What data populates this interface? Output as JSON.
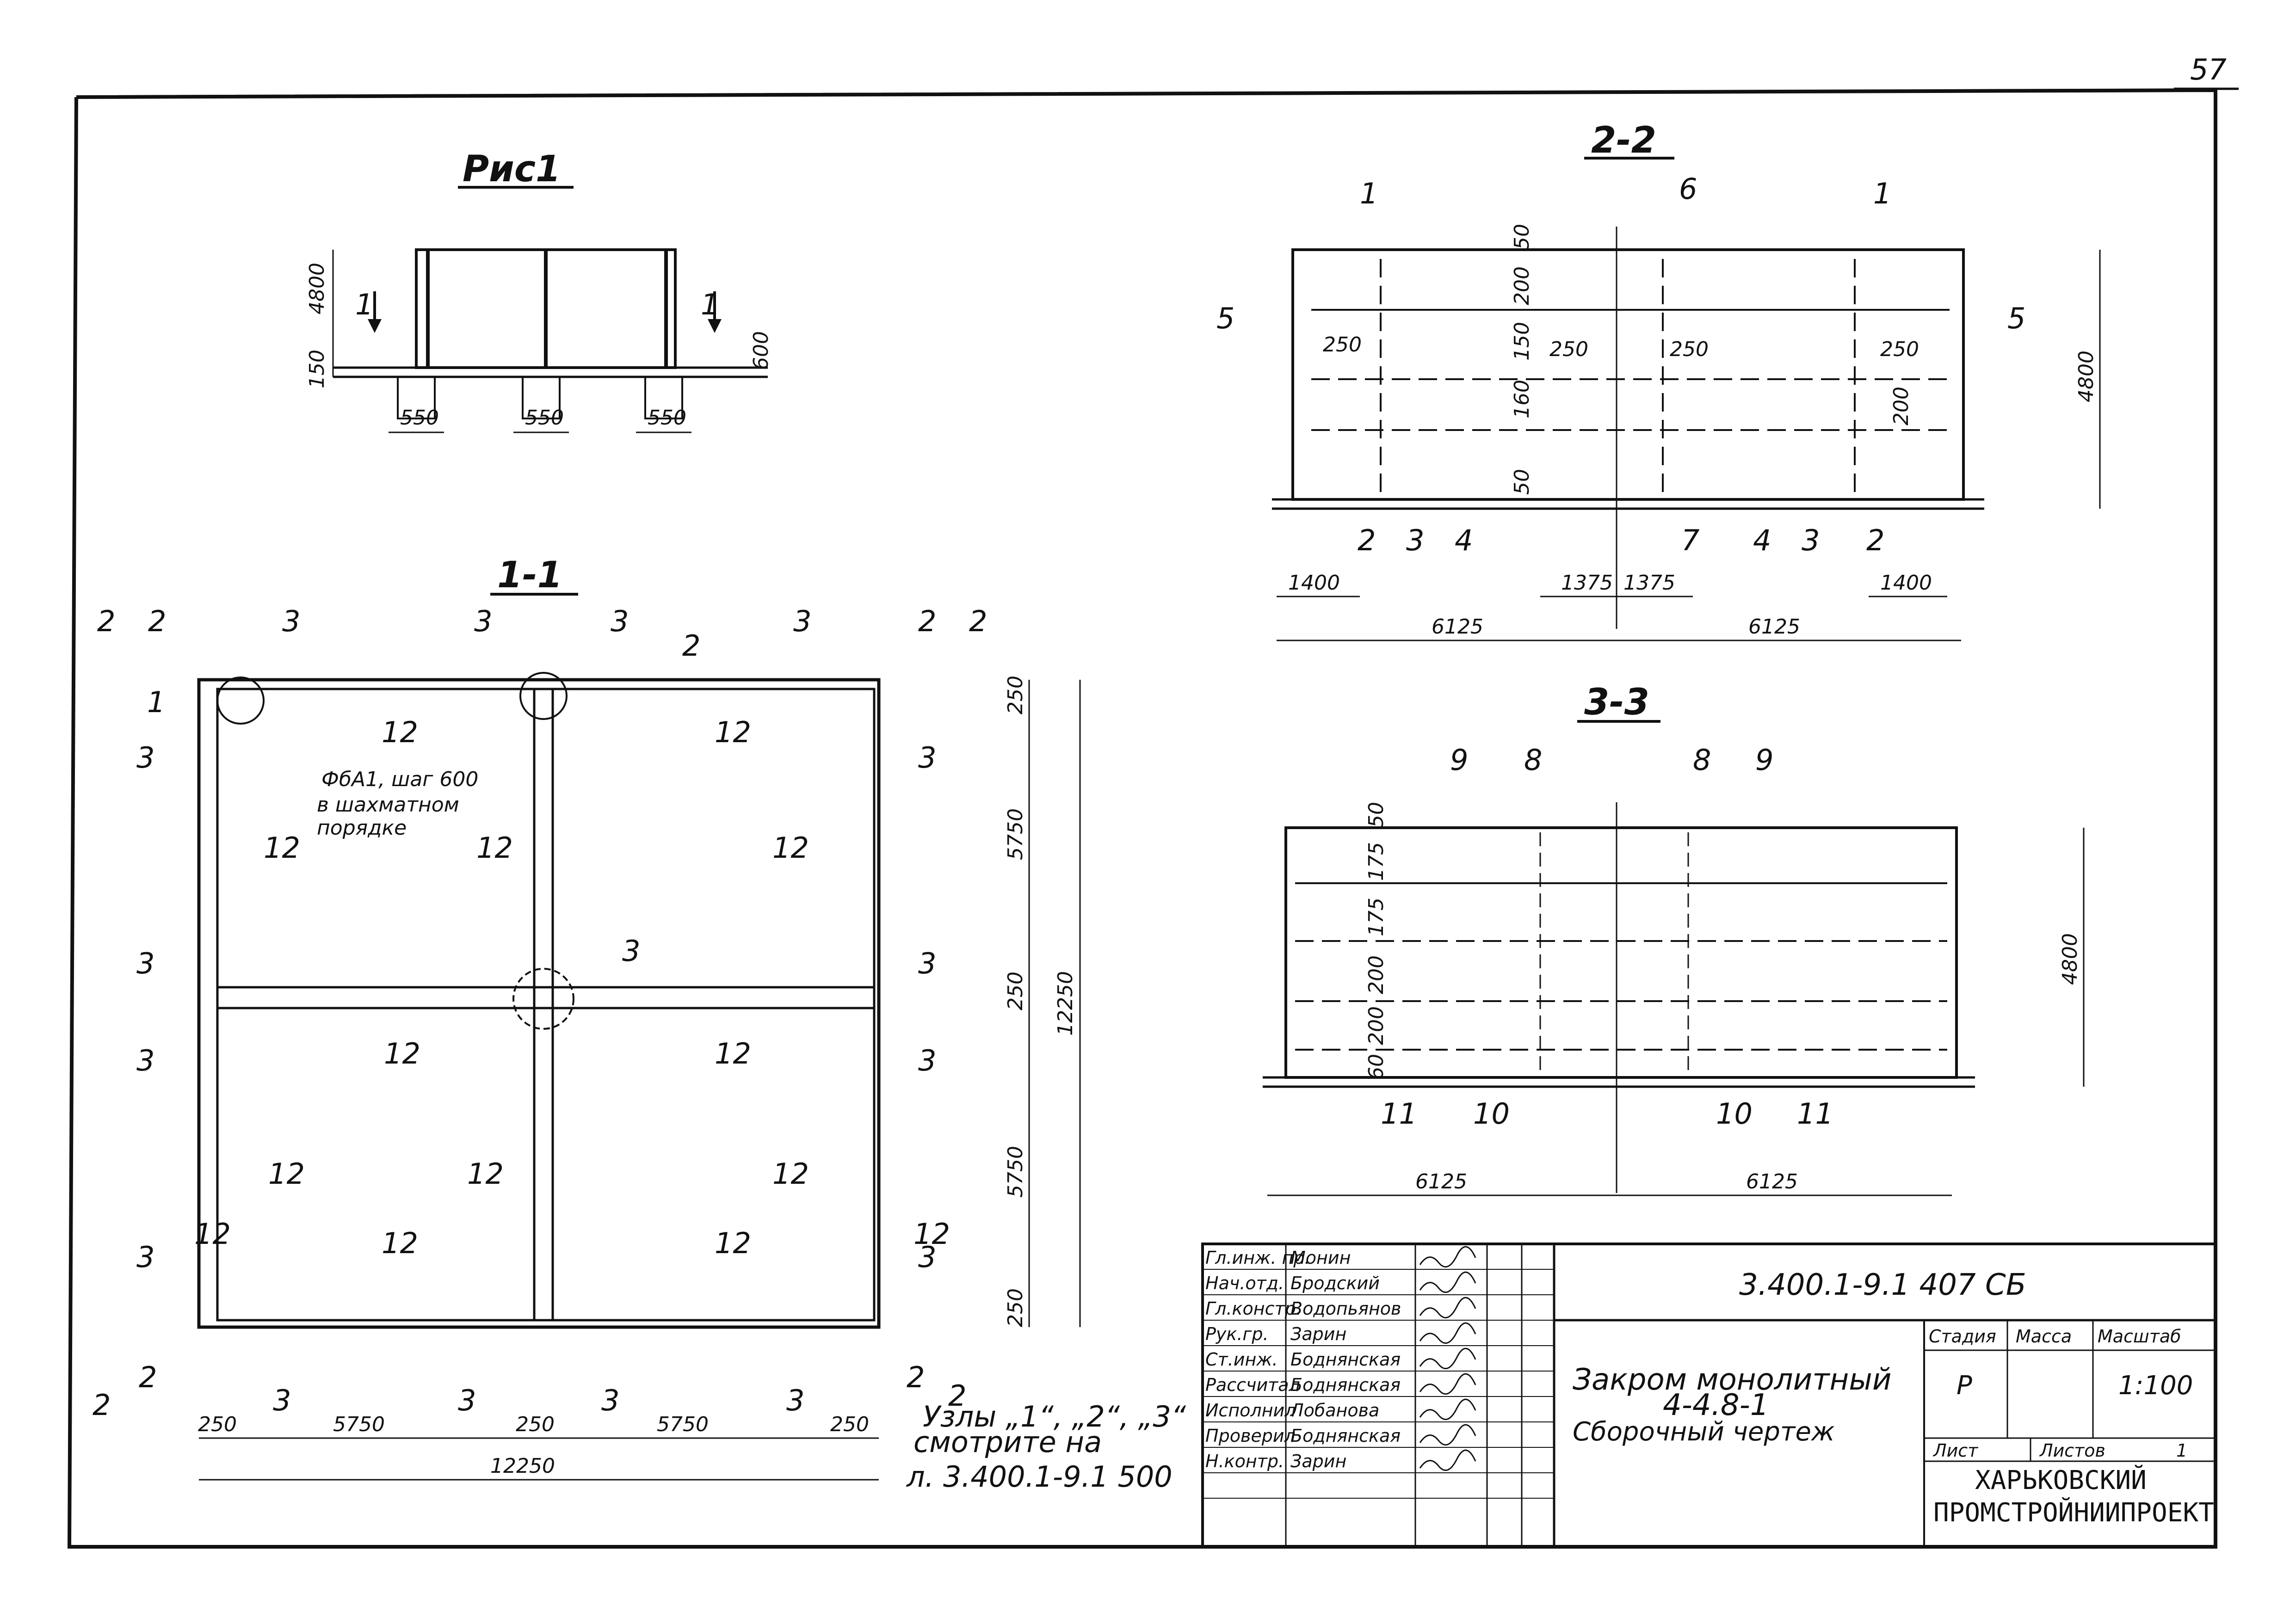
{
  "page_number": "57",
  "fig1": {
    "title": "Рис1",
    "dims": [
      "4800",
      "150",
      "600",
      "550",
      "550",
      "550"
    ],
    "marks": [
      "1",
      "1"
    ]
  },
  "sec11": {
    "title": "1-1",
    "dims_right": [
      "250",
      "5750",
      "250",
      "5750",
      "250"
    ],
    "dim_total_right": "12250",
    "dims_bottom": [
      "250",
      "5750",
      "250",
      "5750",
      "250"
    ],
    "dim_total_bottom": "12250",
    "note": [
      "ФбА1, шаг 600",
      "в шахматном",
      "порядке"
    ],
    "positions": [
      "1",
      "2",
      "3",
      "12",
      "12",
      "12",
      "12",
      "12",
      "12",
      "12",
      "12",
      "12",
      "12",
      "12",
      "12",
      "12",
      "12"
    ],
    "cut_labels": [
      "2",
      "2",
      "3",
      "3",
      "3",
      "3",
      "2",
      "2",
      "3",
      "3",
      "3",
      "3",
      "3",
      "3",
      "3",
      "3",
      "2",
      "2",
      "3",
      "3",
      "3",
      "3",
      "2",
      "2"
    ],
    "nodes_note": [
      "Узлы „1“, „2“, „3“",
      "смотрите на",
      "л. 3.400.1-9.1 500"
    ]
  },
  "sec22": {
    "title": "2-2",
    "positions": [
      "1",
      "6",
      "1",
      "5",
      "5",
      "2",
      "3",
      "4",
      "7",
      "4",
      "3",
      "2"
    ],
    "dims_v": [
      "50",
      "200",
      "150",
      "160",
      "50"
    ],
    "dims_small": [
      "250",
      "250",
      "250",
      "250",
      "200"
    ],
    "dims_h": [
      "1400",
      "1375",
      "1375",
      "1400"
    ],
    "dims_total": [
      "6125",
      "6125"
    ],
    "height": "4800"
  },
  "sec33": {
    "title": "3-3",
    "positions": [
      "9",
      "8",
      "8",
      "9",
      "11",
      "10",
      "10",
      "11"
    ],
    "dims_v": [
      "50",
      "175",
      "175",
      "200",
      "200",
      "60"
    ],
    "dims_total": [
      "6125",
      "6125"
    ],
    "height": "4800"
  },
  "titleblock": {
    "code": "3.400.1-9.1 407 СБ",
    "name": [
      "Закром монолитный",
      "4-4.8-1",
      "Сборочный   чертеж"
    ],
    "stage_header": "Стадия",
    "mass_header": "Масса",
    "scale_header": "Масштаб",
    "stage": "Р",
    "scale": "1:100",
    "sheet_label": "Лист",
    "sheets_label": "Листов",
    "sheets_count": "1",
    "org": [
      "ХАРЬКОВСКИЙ",
      "ПРОМСТРОЙНИИПРОЕКТ"
    ],
    "roles": [
      "Гл.инж. пр.",
      "Нач.отд.",
      "Гл.констр.",
      "Рук.гр.",
      "Ст.инж.",
      "Рассчитал",
      "Исполнил",
      "Проверил",
      "Н.контр."
    ],
    "names": [
      "Монин",
      "Бродский",
      "Водопьянов",
      "Зарин",
      "Боднянская",
      "Боднянская",
      "Лобанова",
      "Боднянская",
      "Зарин"
    ]
  }
}
